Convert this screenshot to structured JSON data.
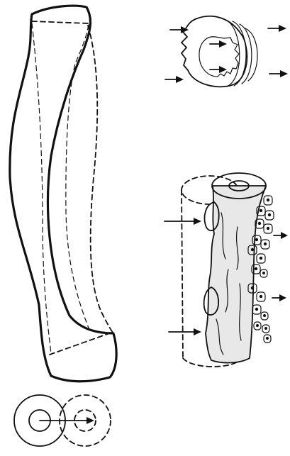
{
  "figure": {
    "background": "#ffffff",
    "ink": "#111111",
    "panels": [
      {
        "name": "curved-long-bone",
        "icon": "bone-drift-icon"
      },
      {
        "name": "bone-cross-section",
        "icon": "concentric-rings-icon"
      },
      {
        "name": "cortex-rings-remodeling",
        "icon": "ring-drift-icon"
      },
      {
        "name": "cylindrical-shaft",
        "icon": "shaft-cells-icon"
      }
    ]
  }
}
